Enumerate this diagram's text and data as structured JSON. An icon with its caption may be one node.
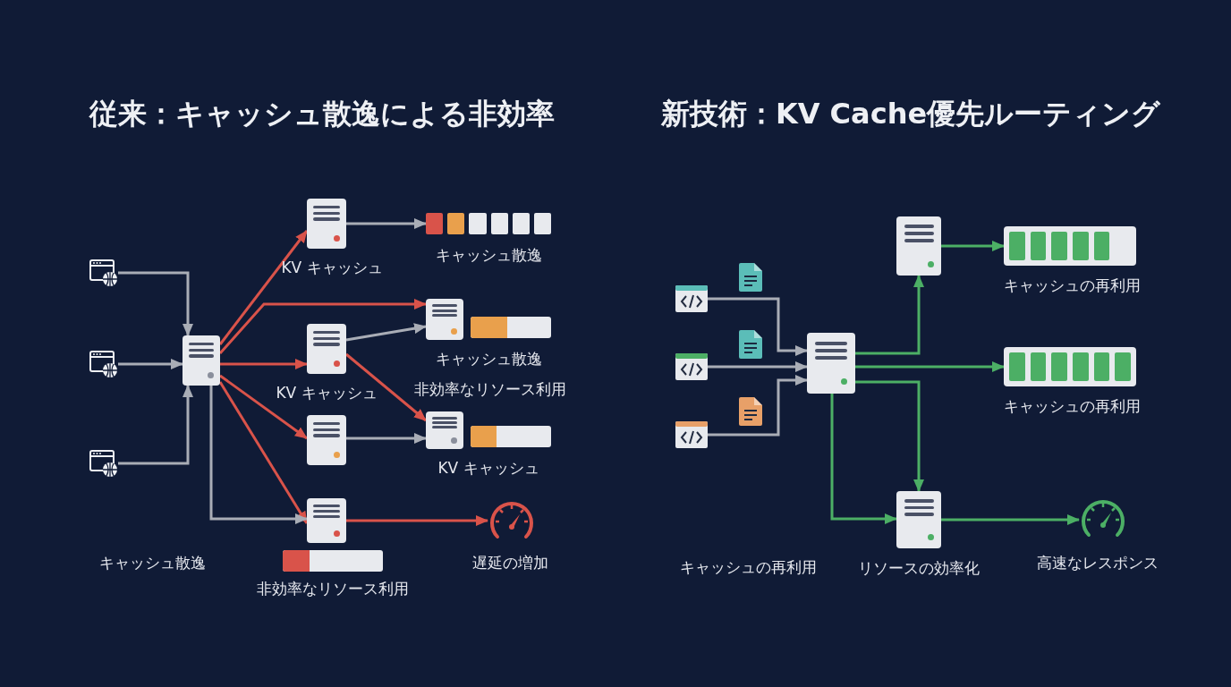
{
  "diagram": {
    "nodes": [
      {
        "text": [],
        "shape": "browser"
      },
      {
        "text": [],
        "shape": "browser"
      },
      {
        "text": [],
        "shape": "browser"
      },
      {
        "text": [],
        "shape": "server"
      },
      {
        "text": [],
        "shape": "server",
        "beside": [
          "KV キャッシュ"
        ]
      },
      {
        "text": [],
        "shape": "bar",
        "beside": [
          "キャッシュ散逸"
        ]
      },
      {
        "text": [],
        "shape": "server",
        "beside": [
          "KV キャッシュ"
        ]
      },
      {
        "text": [],
        "shape": "server"
      },
      {
        "text": [],
        "shape": "bar",
        "beside": [
          "キャッシュ散逸"
        ]
      },
      {
        "text": [],
        "shape": "server"
      },
      {
        "text": [],
        "shape": "server"
      },
      {
        "text": [],
        "shape": "bar",
        "beside": [
          "KV キャッシュ"
        ]
      },
      {
        "text": [],
        "shape": "server"
      },
      {
        "text": [],
        "shape": "bar",
        "beside": [
          "非効率なリソース利用"
        ]
      },
      {
        "text": [],
        "shape": "gauge",
        "beside": [
          "遅延の増加"
        ]
      },
      {
        "text": [],
        "shape": "window"
      },
      {
        "text": [],
        "shape": "window"
      },
      {
        "text": [],
        "shape": "window"
      },
      {
        "text": [],
        "shape": "server"
      },
      {
        "text": [],
        "shape": "server"
      },
      {
        "text": [],
        "shape": "bar",
        "beside": [
          "キャッシュの再利用"
        ]
      },
      {
        "text": [],
        "shape": "bar",
        "beside": [
          "キャッシュの再利用"
        ]
      },
      {
        "text": [],
        "shape": "server",
        "beside": [
          "リソースの効率化"
        ]
      },
      {
        "text": [],
        "shape": "gauge",
        "beside": [
          "高速なレスポンス"
        ]
      }
    ],
    "edges": [
      {
        "from": 0,
        "to": 3,
        "arrow": "to"
      },
      {
        "from": 1,
        "to": 3,
        "arrow": "to"
      },
      {
        "from": 2,
        "to": 3,
        "arrow": "to"
      },
      {
        "from": 3,
        "to": 4,
        "arrow": "to",
        "color": "#d9534a"
      },
      {
        "from": 3,
        "to": 7,
        "arrow": "to",
        "color": "#d9534a"
      },
      {
        "from": 3,
        "to": 6,
        "arrow": "to",
        "color": "#d9534a"
      },
      {
        "from": 3,
        "to": 9,
        "arrow": "to",
        "color": "#d9534a"
      },
      {
        "from": 3,
        "to": 12,
        "arrow": "to",
        "color": "#d9534a"
      },
      {
        "from": 3,
        "to": 12,
        "arrow": "to"
      },
      {
        "from": 4,
        "to": 5,
        "arrow": "to"
      },
      {
        "from": 6,
        "to": 7,
        "arrow": "to"
      },
      {
        "from": 6,
        "to": 10,
        "arrow": "to",
        "color": "#d9534a"
      },
      {
        "from": 9,
        "to": 10,
        "arrow": "to"
      },
      {
        "from": 12,
        "to": 14,
        "arrow": "to",
        "color": "#d9534a"
      },
      {
        "from": 15,
        "to": 18,
        "arrow": "to"
      },
      {
        "from": 16,
        "to": 18,
        "arrow": "to"
      },
      {
        "from": 17,
        "to": 18,
        "arrow": "to"
      },
      {
        "from": 18,
        "to": 19,
        "arrow": "to",
        "color": "#4caf65"
      },
      {
        "from": 18,
        "to": 21,
        "arrow": "to",
        "color": "#4caf65"
      },
      {
        "from": 18,
        "to": 22,
        "arrow": "to",
        "color": "#4caf65"
      },
      {
        "from": 18,
        "to": 22,
        "arrow": "to",
        "color": "#4caf65"
      },
      {
        "from": 19,
        "to": 20,
        "arrow": "to",
        "color": "#4caf65"
      },
      {
        "from": 22,
        "to": 23,
        "arrow": "to",
        "color": "#4caf65"
      }
    ],
    "labels": [
      "従来：キャッシュ散逸による非効率",
      "新技術：KV Cache優先ルーティング",
      "非効率なリソース利用",
      "キャッシュ散逸",
      "キャッシュの再利用"
    ]
  }
}
